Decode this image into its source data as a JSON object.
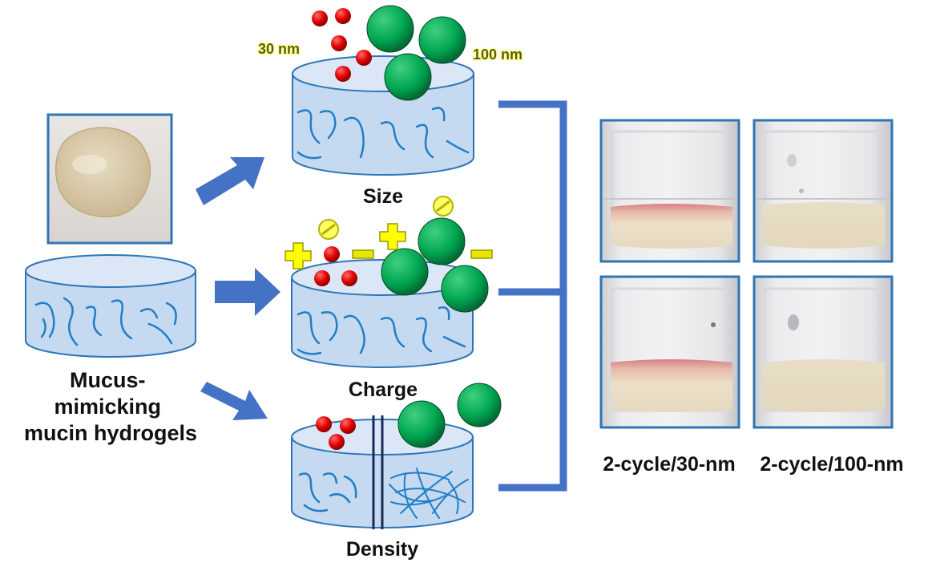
{
  "labels": {
    "hydrogel_caption": "Mucus-\nmimicking\nmucin hydrogels",
    "size": "Size",
    "charge": "Charge",
    "density": "Density",
    "small_particle": "30 nm",
    "large_particle": "100 nm",
    "caption_30nm": "2-cycle/30-nm",
    "caption_100nm": "2-cycle/100-nm"
  },
  "colors": {
    "arrow": "#4472c4",
    "dish_fill": "#c5d9f1",
    "dish_stroke": "#2e75b6",
    "fiber": "#1f7fc7",
    "small_particle": "#e00000",
    "large_particle": "#00a651",
    "plus_sign": "#ffff00",
    "minus_sign": "#e6e600",
    "neutral_sign": "#ffff66",
    "photo_border": "#2e75b6",
    "bracket": "#4472c4"
  }
}
